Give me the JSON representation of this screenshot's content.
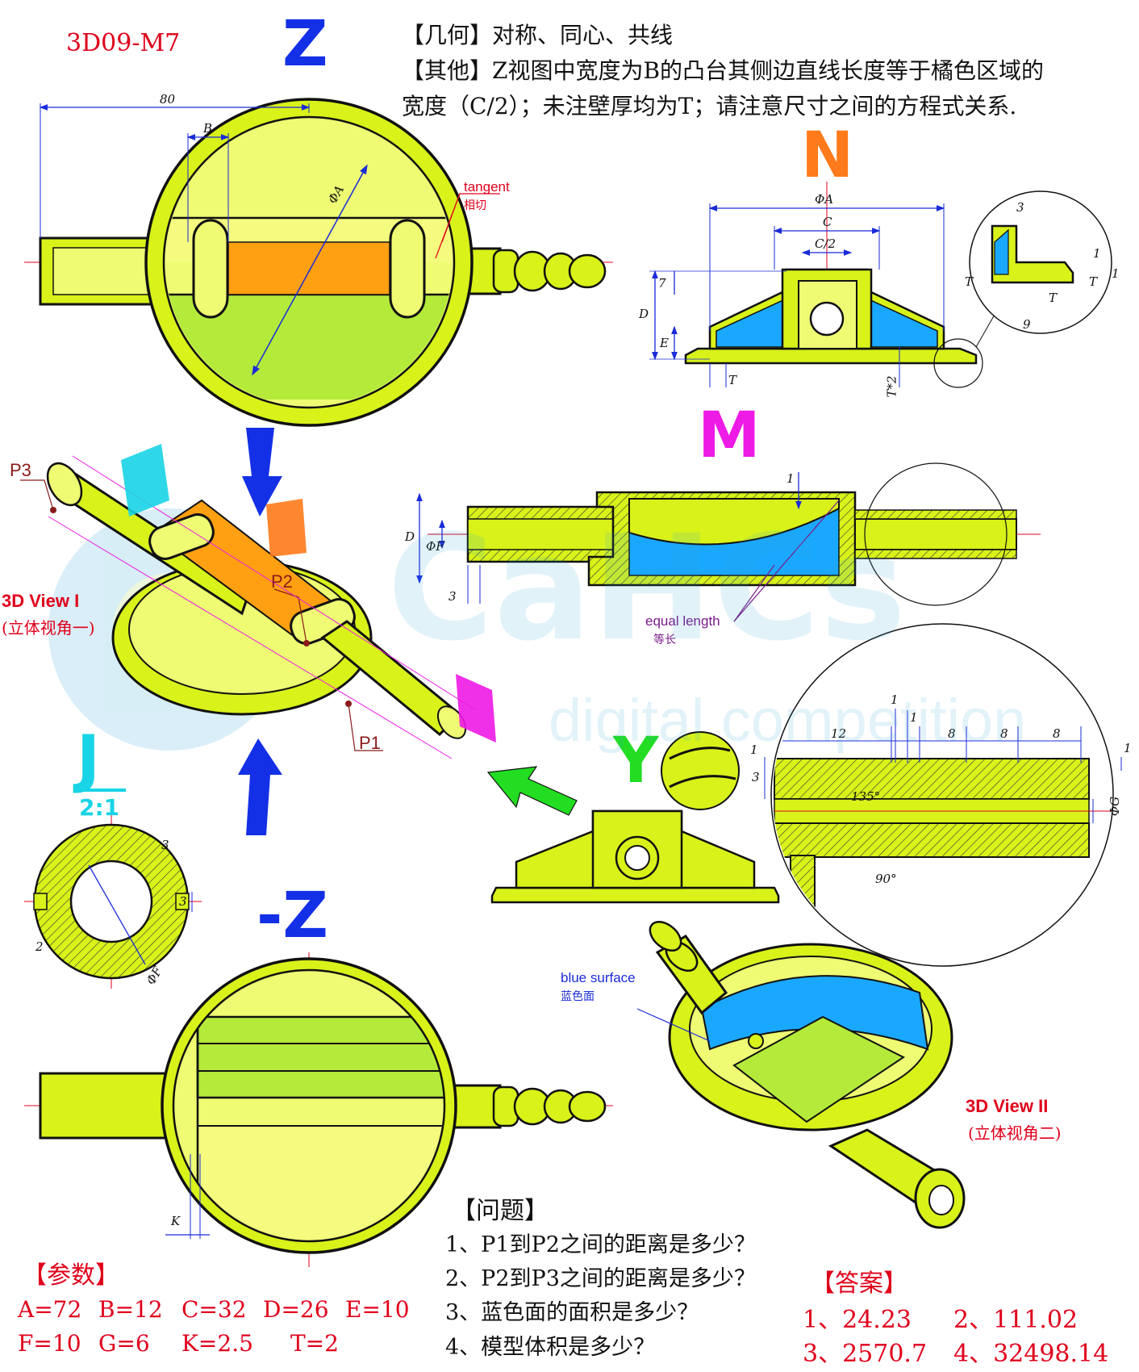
{
  "header": {
    "model_code": "3D09-M7",
    "geometry_note": "【几何】对称、同心、共线",
    "other_note_line1": "【其他】Z视图中宽度为B的凸台其侧边直线长度等于橘色区域的",
    "other_note_line2": "宽度（C/2）；未注壁厚均为T；请注意尺寸之间的方程式关系."
  },
  "views": {
    "z": "Z",
    "n": "N",
    "m": "M",
    "j": "J",
    "j_scale": "2:1",
    "neg_z": "-Z",
    "y": "Y",
    "view3d_1_en": "3D View I",
    "view3d_1_zh": "(立体视角一)",
    "view3d_2_en": "3D View II",
    "view3d_2_zh": "(立体视角二)"
  },
  "callouts": {
    "tangent_en": "tangent",
    "tangent_zh": "相切",
    "equal_en": "equal length",
    "equal_zh": "等长",
    "blue_en": "blue surface",
    "blue_zh": "蓝色面",
    "p1": "P1",
    "p2": "P2",
    "p3": "P3"
  },
  "dimensions": {
    "z_80": "80",
    "z_b": "B",
    "z_phia": "ΦA",
    "n_phia": "ΦA",
    "n_c": "C",
    "n_c2": "C/2",
    "n_7": "7",
    "n_d": "D",
    "n_e": "E",
    "n_t": "T",
    "n_t2": "T*2",
    "d_3": "3",
    "d_1a": "1",
    "d_1b": "1",
    "d_t1": "T",
    "d_t2": "T",
    "d_t3": "T",
    "d_9": "9",
    "m_1": "1",
    "m_d": "D",
    "m_phif": "ΦF",
    "m_3": "3",
    "b_12": "12",
    "b_1a": "1",
    "b_1b": "1",
    "b_8a": "8",
    "b_8b": "8",
    "b_8c": "8",
    "b_1c": "1",
    "b_3": "3",
    "b_135": "135°",
    "b_90": "90°",
    "b_phig": "ΦG",
    "j_3a": "3",
    "j_3b": "3",
    "j_2": "2",
    "j_phif": "ΦF",
    "k": "K"
  },
  "params": {
    "title": "【参数】",
    "a": "A=72",
    "b": "B=12",
    "c": "C=32",
    "d": "D=26",
    "e": "E=10",
    "f": "F=10",
    "g": "G=6",
    "k": "K=2.5",
    "t": "T=2"
  },
  "questions": {
    "title": "【问题】",
    "q1": "1、P1到P2之间的距离是多少？",
    "q2": "2、P2到P3之间的距离是多少？",
    "q3": "3、蓝色面的面积是多少？",
    "q4": "4、模型体积是多少？"
  },
  "answers": {
    "title": "【答案】",
    "a1": "1、24.23",
    "a2": "2、111.02",
    "a3": "3、2570.7",
    "a4": "4、32498.14"
  },
  "watermark": {
    "brand": "CaHCs",
    "sub": "digital competition"
  },
  "colors": {
    "part_fill": "#d8f21a",
    "part_light": "#eefb73",
    "orange": "#ffa012",
    "blue": "#1aa8ff",
    "red": "#e0001b",
    "title_blue": "#1430e6",
    "title_orange": "#ff7a1a",
    "title_magenta": "#ee1ae6",
    "title_cyan": "#18d4e6",
    "title_green": "#22dd22"
  }
}
